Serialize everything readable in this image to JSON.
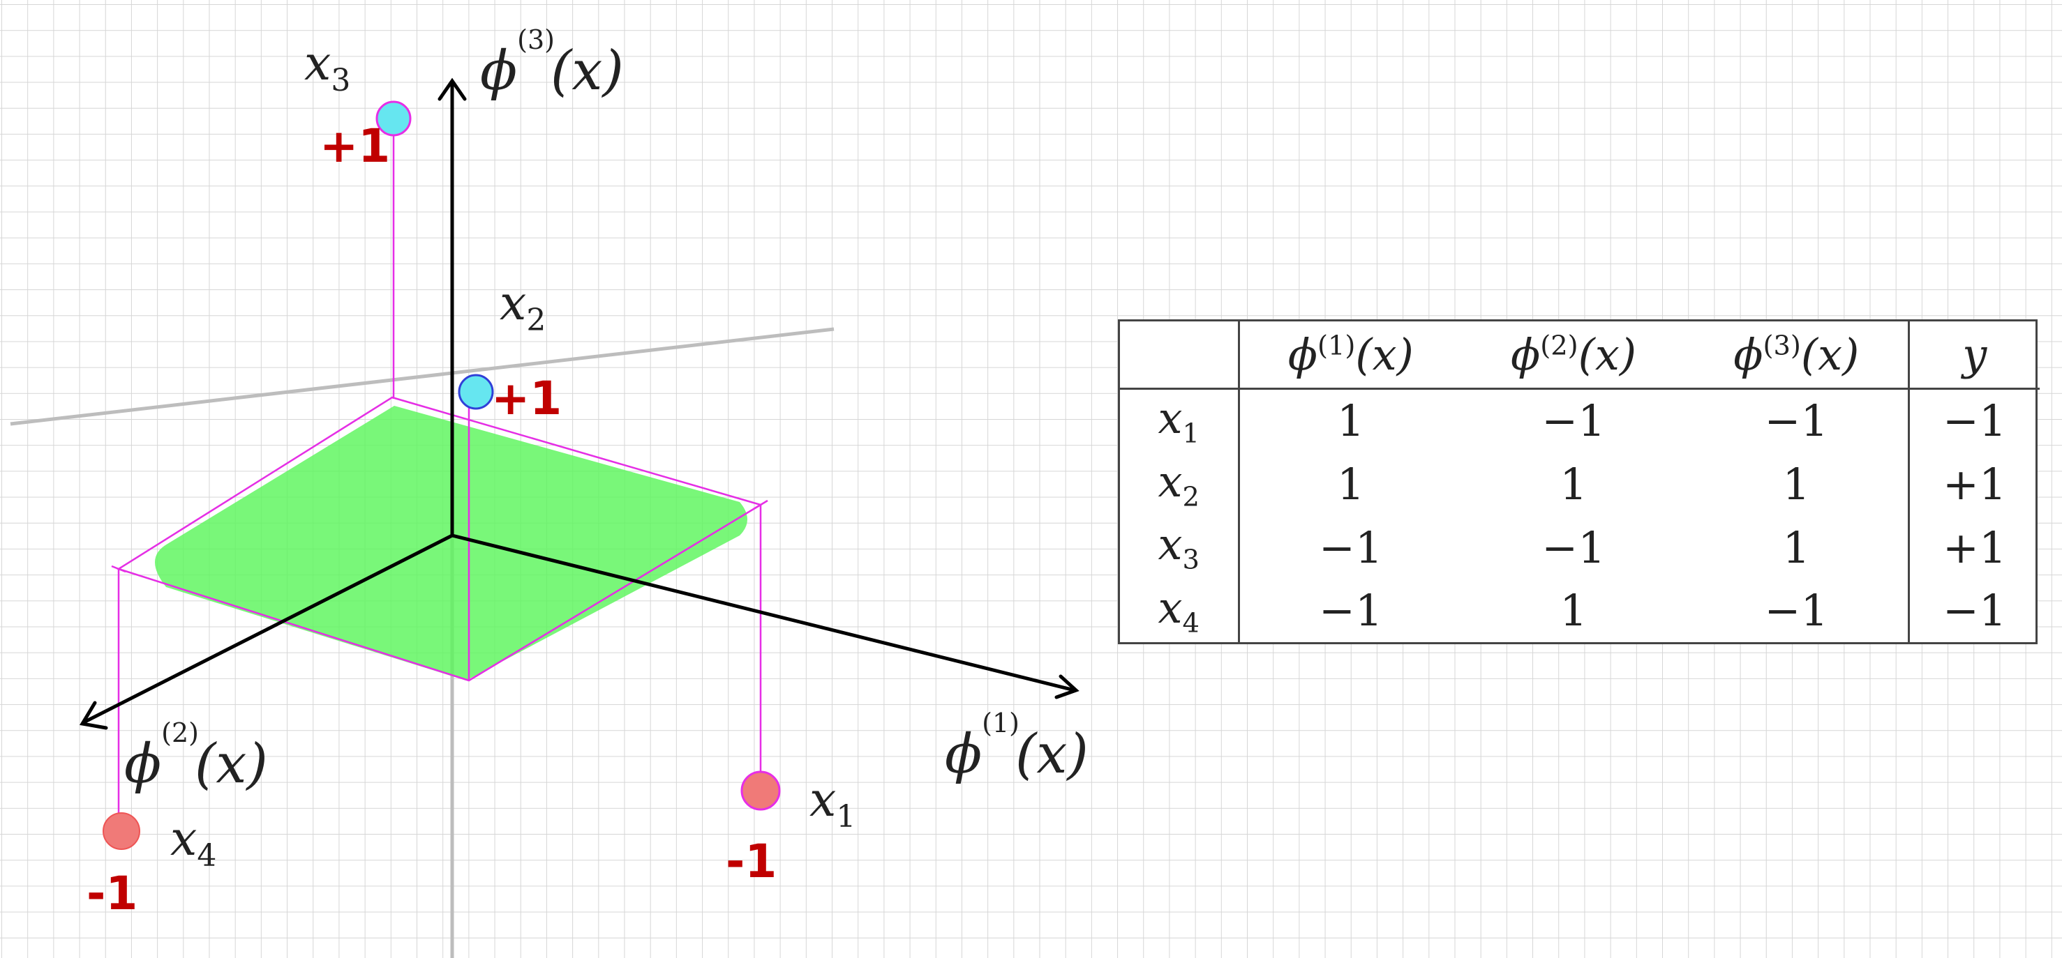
{
  "axes": {
    "phi1": {
      "symbol": "ϕ",
      "superscript": "(1)",
      "arg": "(x)"
    },
    "phi2": {
      "symbol": "ϕ",
      "superscript": "(2)",
      "arg": "(x)"
    },
    "phi3": {
      "symbol": "ϕ",
      "superscript": "(3)",
      "arg": "(x)"
    }
  },
  "points": [
    {
      "var": "x",
      "index": "1",
      "mark": "-1",
      "color": "#f07a78"
    },
    {
      "var": "x",
      "index": "2",
      "mark": "+1",
      "color": "#66e6f0"
    },
    {
      "var": "x",
      "index": "3",
      "mark": "+1",
      "color": "#66e6f0"
    },
    {
      "var": "x",
      "index": "4",
      "mark": "-1",
      "color": "#f07a78"
    }
  ],
  "plane_color": "#5cf55c",
  "projection_color": "#e62ee6",
  "annotation_color": "#c00000",
  "table": {
    "headers": [
      {
        "symbol": "ϕ",
        "superscript": "(1)",
        "arg": "(x)"
      },
      {
        "symbol": "ϕ",
        "superscript": "(2)",
        "arg": "(x)"
      },
      {
        "symbol": "ϕ",
        "superscript": "(3)",
        "arg": "(x)"
      }
    ],
    "label_header": "y",
    "rows": [
      {
        "var": "x",
        "index": "1",
        "values": [
          "1",
          "−1",
          "−1"
        ],
        "label": "−1"
      },
      {
        "var": "x",
        "index": "2",
        "values": [
          "1",
          "1",
          "1"
        ],
        "label": "+1"
      },
      {
        "var": "x",
        "index": "3",
        "values": [
          "−1",
          "−1",
          "1"
        ],
        "label": "+1"
      },
      {
        "var": "x",
        "index": "4",
        "values": [
          "−1",
          "1",
          "−1"
        ],
        "label": "−1"
      }
    ]
  }
}
